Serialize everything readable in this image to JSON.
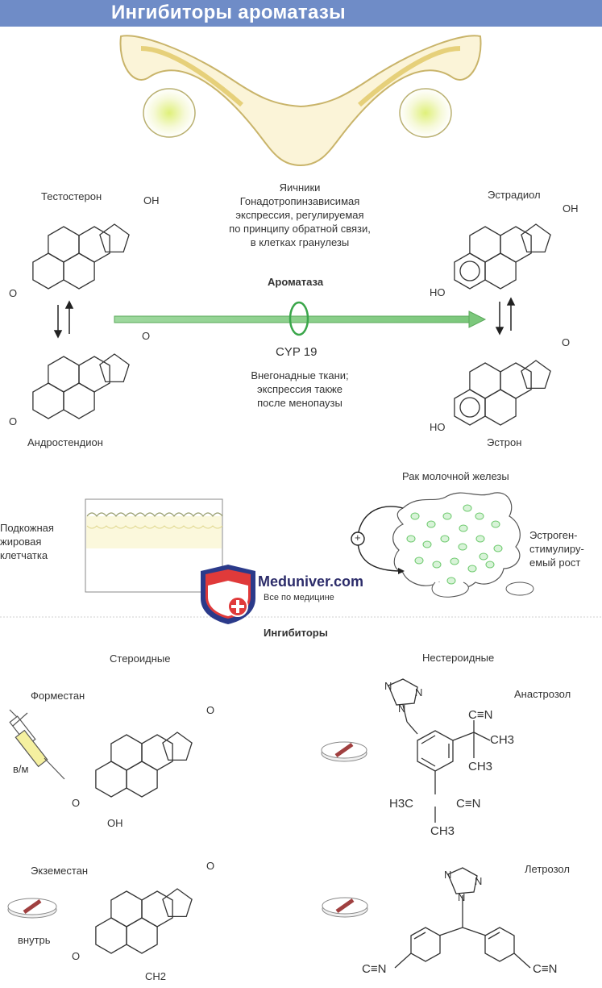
{
  "header": {
    "title": "Ингибиторы ароматазы"
  },
  "conversion": {
    "testosterone": "Тестостерон",
    "androstenedione": "Андростендион",
    "estradiol": "Эстрадиол",
    "estrone": "Эстрон",
    "ovary_lines": [
      "Яичники",
      "Гонадотропинзависимая",
      "экспрессия, регулируемая",
      "по принципу обратной связи,",
      "в клетках гранулезы"
    ],
    "aromatase": "Ароматаза",
    "cyp": "CYP 19",
    "extragonadal_lines": [
      "Внегонадные ткани;",
      "экспрессия также",
      "после менопаузы"
    ]
  },
  "tissue": {
    "fat_lines": [
      "Подкожная",
      "жировая",
      "клетчатка"
    ],
    "breast_cancer": "Рак молочной железы",
    "growth_lines": [
      "Эстроген-",
      "стимулиру-",
      "емый рост"
    ],
    "plus_sign": "+"
  },
  "logo": {
    "name": "Meduniver.com",
    "tagline": "Все по медицине"
  },
  "inhibitors": {
    "heading": "Ингибиторы",
    "steroidal": "Стероидные",
    "nonsteroidal": "Нестероидные",
    "formestane": "Форместан",
    "formestane_route": "в/м",
    "exemestane": "Экземестан",
    "exemestane_route": "внутрь",
    "anastrozole": "Анастрозол",
    "letrozole": "Летрозол"
  },
  "chem": {
    "oh": "OH",
    "ho": "HO",
    "o": "O",
    "n": "N",
    "cn": "C≡N",
    "ch3": "CH3",
    "h3c": "H3C",
    "ch2": "CH2"
  },
  "colors": {
    "title_bar": "#6f8cc7",
    "arrow_green": "#8fd08f",
    "ring_green": "#3aa64a",
    "cell_green": "#6cc96c",
    "pill_red": "#a04040"
  }
}
